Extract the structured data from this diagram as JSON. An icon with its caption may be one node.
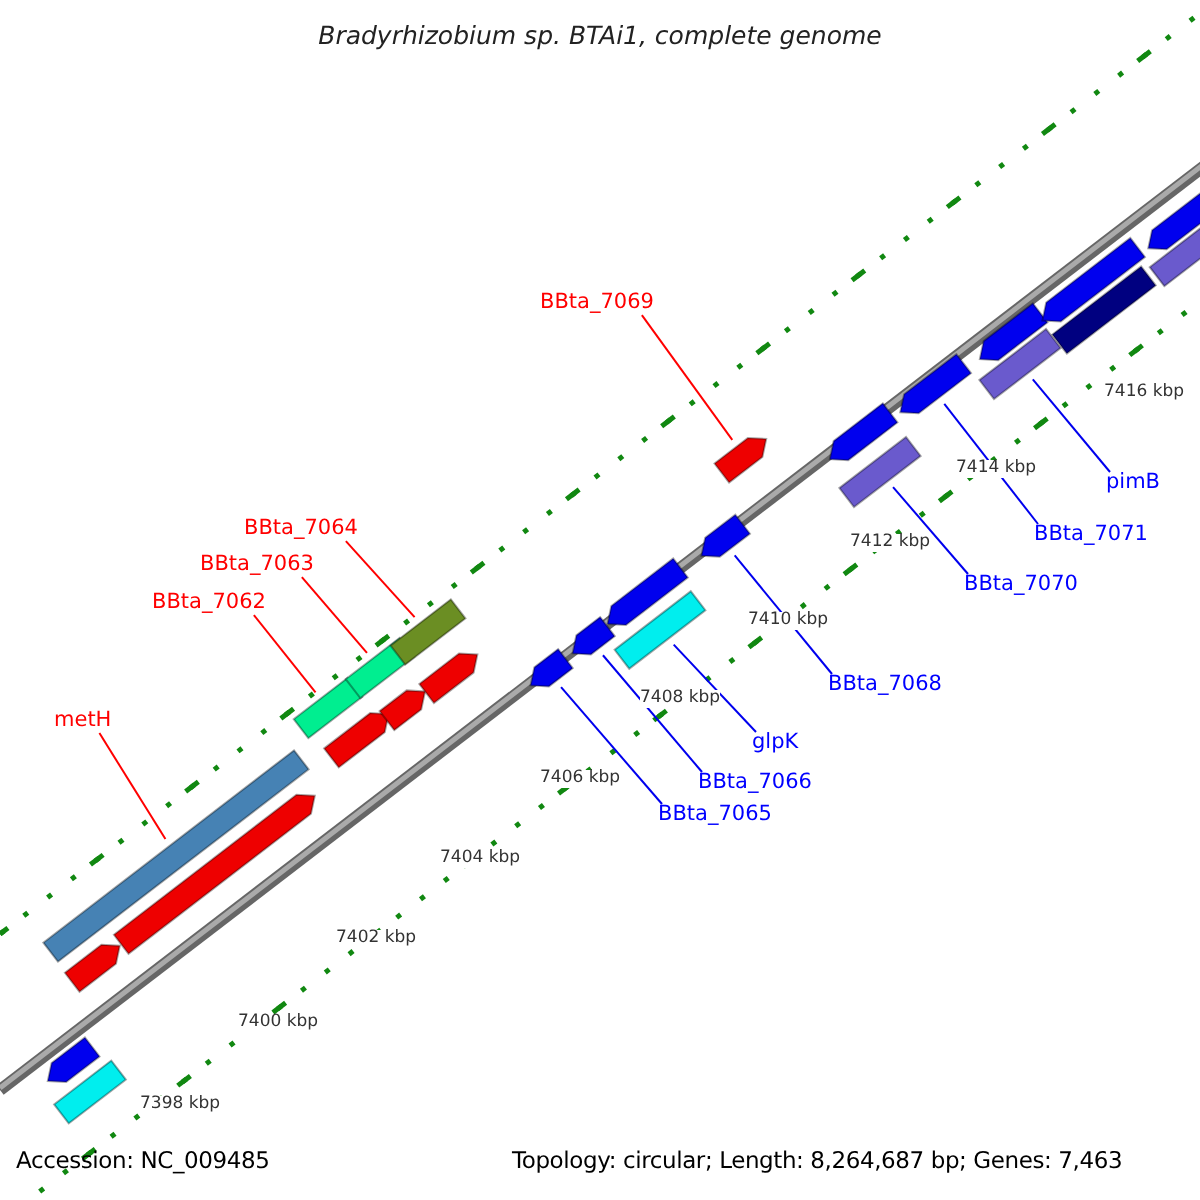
{
  "diagram": {
    "title": "Bradyrhizobium sp. BTAi1, complete genome",
    "nodes": [
      {
        "text": [
          "BBta_7069"
        ]
      },
      {
        "text": [
          "BBta_7064"
        ]
      },
      {
        "text": [
          "BBta_7063"
        ]
      },
      {
        "text": [
          "BBta_7062"
        ]
      },
      {
        "text": [
          "metH"
        ]
      },
      {
        "text": [
          "pimB"
        ]
      },
      {
        "text": [
          "BBta_7071"
        ]
      },
      {
        "text": [
          "BBta_7070"
        ]
      },
      {
        "text": [
          "BBta_7068"
        ]
      },
      {
        "text": [
          "glpK"
        ]
      },
      {
        "text": [
          "BBta_7066"
        ]
      },
      {
        "text": [
          "BBta_7065"
        ]
      },
      {
        "text": [],
        "shape": "bar"
      },
      {
        "text": [],
        "shape": "bar"
      },
      {
        "text": [],
        "shape": "bar"
      },
      {
        "text": [],
        "shape": "bar"
      },
      {
        "text": [],
        "shape": "bar"
      },
      {
        "text": [],
        "shape": "bar"
      },
      {
        "text": [],
        "shape": "bar"
      },
      {
        "text": [],
        "shape": "bar"
      },
      {
        "text": [],
        "shape": "bar"
      },
      {
        "text": [],
        "shape": "bar"
      },
      {
        "text": [],
        "shape": "bar"
      },
      {
        "text": [],
        "shape": "bar"
      },
      {
        "text": [],
        "shape": "bar"
      },
      {
        "text": [],
        "shape": "bar"
      },
      {
        "text": [],
        "shape": "bar"
      },
      {
        "text": [],
        "shape": "bar"
      },
      {
        "text": [],
        "shape": "bar"
      },
      {
        "text": [],
        "shape": "bar"
      },
      {
        "text": [],
        "shape": "bar"
      },
      {
        "text": [],
        "shape": "bar"
      },
      {
        "text": [],
        "shape": "bar"
      },
      {
        "text": [],
        "shape": "bar"
      },
      {
        "text": [],
        "shape": "bar"
      },
      {
        "text": [],
        "shape": "bar"
      },
      {
        "text": [],
        "shape": "bar"
      },
      {
        "text": [],
        "shape": "bar"
      }
    ],
    "edges": [
      {
        "from": 0,
        "to": 28,
        "arrow": "none",
        "color": "#ff0000"
      },
      {
        "from": 1,
        "to": 21,
        "arrow": "none",
        "color": "#ff0000"
      },
      {
        "from": 2,
        "to": 19,
        "arrow": "none",
        "color": "#ff0000"
      },
      {
        "from": 3,
        "to": 17,
        "arrow": "none",
        "color": "#ff0000"
      },
      {
        "from": 4,
        "to": 14,
        "arrow": "none",
        "color": "#ff0000"
      },
      {
        "from": 5,
        "to": 33,
        "arrow": "none"
      },
      {
        "from": 6,
        "to": 31,
        "arrow": "none"
      },
      {
        "from": 7,
        "to": 30,
        "arrow": "none"
      },
      {
        "from": 8,
        "to": 27,
        "arrow": "none"
      },
      {
        "from": 9,
        "to": 26,
        "arrow": "none"
      },
      {
        "from": 10,
        "to": 24,
        "arrow": "none"
      },
      {
        "from": 11,
        "to": 23,
        "arrow": "none"
      }
    ],
    "labels": [
      "7416 kbp",
      "7414 kbp",
      "7412 kbp",
      "7410 kbp",
      "7408 kbp",
      "7406 kbp",
      "7404 kbp",
      "7402 kbp",
      "7400 kbp",
      "7398 kbp",
      "Accession: NC_009485",
      "Topology: circular; Length: 8,264,687 bp; Genes: 7,463"
    ]
  }
}
